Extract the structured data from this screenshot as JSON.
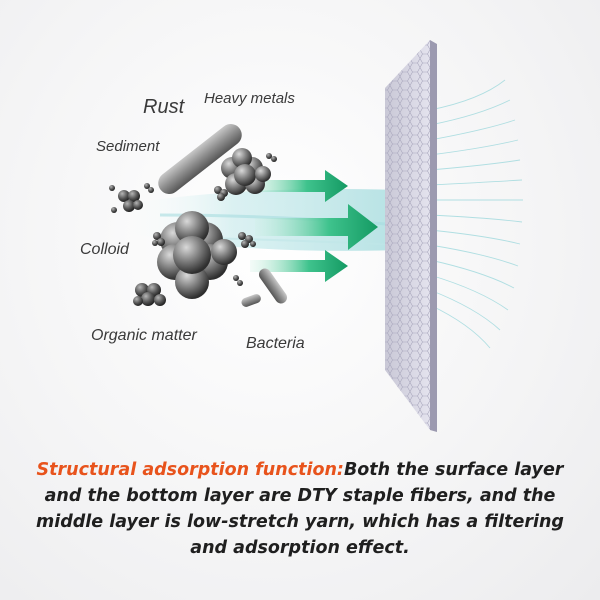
{
  "labels": {
    "rust": "Rust",
    "heavy_metals": "Heavy metals",
    "sediment": "Sediment",
    "colloid": "Colloid",
    "organic_matter": "Organic matter",
    "bacteria": "Bacteria"
  },
  "caption": {
    "highlight": "Structural adsorption function:",
    "body": "Both the surface layer and the bottom layer are DTY staple fibers, and the middle layer is low-stretch yarn, which has a filtering and adsorption effect."
  },
  "colors": {
    "highlight": "#e8531c",
    "arrow": "#1aa36f",
    "text": "#1f1f1f"
  },
  "icons": [
    "rust-particle-icon",
    "heavy-metal-cluster-icon",
    "colloid-cluster-icon",
    "bacteria-icon",
    "flow-arrow-icon",
    "filter-layer-icon"
  ]
}
